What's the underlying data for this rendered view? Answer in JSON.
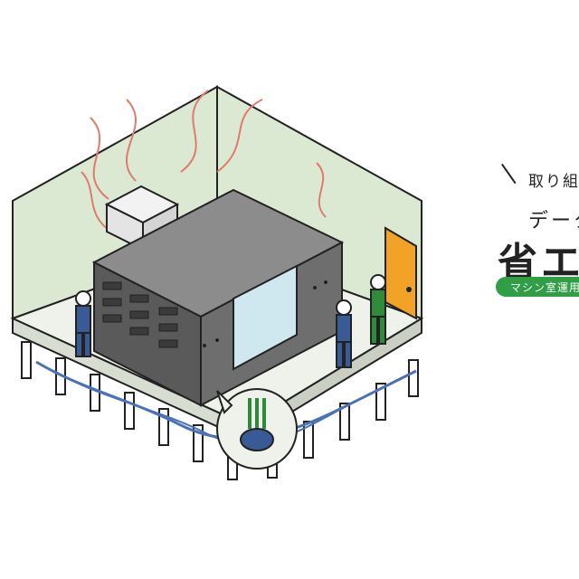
{
  "heading": {
    "kicker": "取り組",
    "subtitle": "データ",
    "title": "省エ",
    "tag_label": "マシン室運用"
  },
  "illustration": {
    "subject": "server-room",
    "icons": [
      "heat-wave-icon",
      "air-conditioner-icon",
      "server-rack-icon",
      "worker-icon",
      "door-icon",
      "cable-bundle-icon"
    ]
  },
  "colors": {
    "wall": "#dbe9d2",
    "floor": "#eef2ea",
    "rack": "#5a5a5a",
    "heat": "#e07b6b",
    "door": "#f2a227",
    "tag": "#2f9e44",
    "ink": "#222222"
  }
}
